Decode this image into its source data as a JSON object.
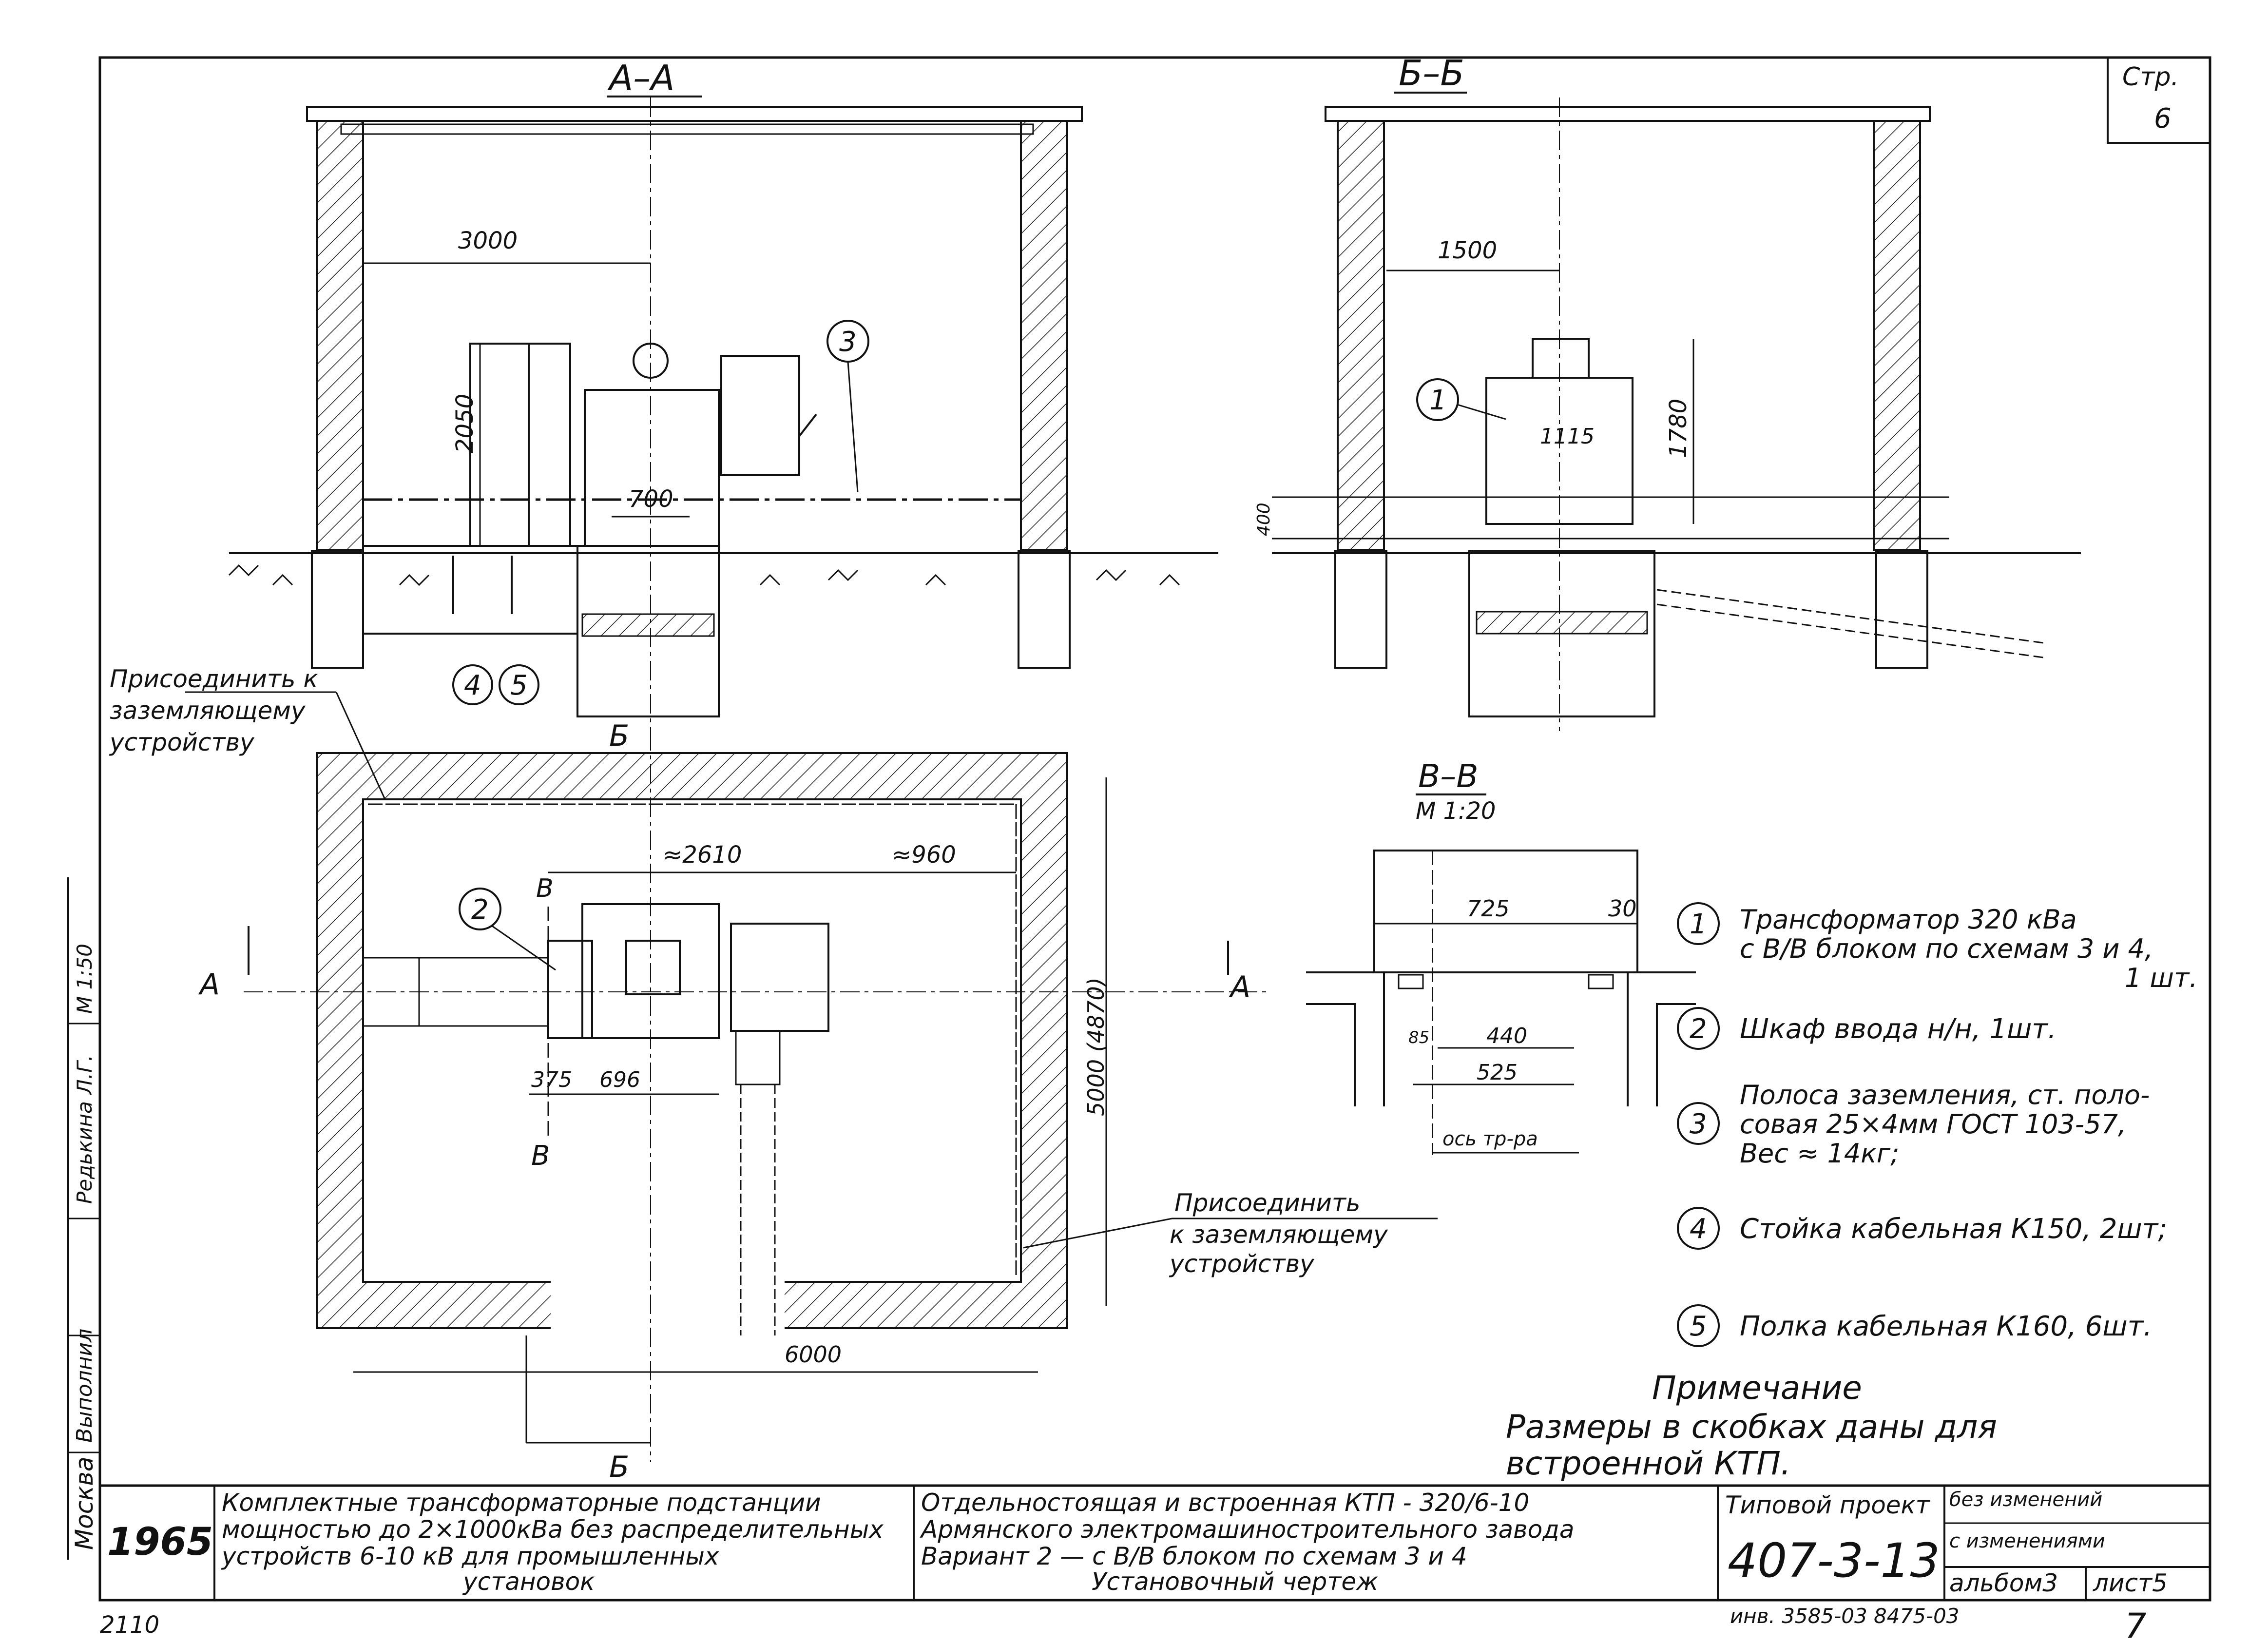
{
  "page": {
    "number_label": "Стр.",
    "number": "6",
    "sheet_number": "7"
  },
  "sections": {
    "aa": "А–А",
    "bb": "Б–Б",
    "vv": "В–В",
    "vv_scale": "М 1:20"
  },
  "dims_aa": {
    "d3000": "3000",
    "d2050": "2050",
    "d700": "700"
  },
  "dims_bb": {
    "d1500": "1500",
    "d1780": "1780",
    "d1115": "1115",
    "d400": "400"
  },
  "dims_plan": {
    "d2610": "≈2610",
    "d960": "≈960",
    "d375": "375",
    "d696": "696",
    "d5000": "5000 (4870)",
    "d6000": "6000"
  },
  "dims_vv": {
    "d725": "725",
    "d30": "30",
    "d85": "85",
    "d440": "440",
    "d525": "525",
    "axis": "ось тр-ра"
  },
  "cut_marks": {
    "a": "А",
    "b": "Б",
    "v": "В"
  },
  "callouts": {
    "c1": "1",
    "c2": "2",
    "c3": "3",
    "c4": "4",
    "c5": "5"
  },
  "ground_notes": {
    "top_l1": "Присоединить к",
    "top_l2": "заземляющему",
    "top_l3": "устройству",
    "right_l1": "Присоединить",
    "right_l2": "к заземляющему",
    "right_l3": "устройству"
  },
  "legend": [
    {
      "num": "1",
      "l1": "Трансформатор 320 кВа",
      "l2": "с В/В блоком по схемам 3 и 4,",
      "l3": "1 шт."
    },
    {
      "num": "2",
      "l1": "Шкаф ввода н/н, 1шт.",
      "l2": "",
      "l3": ""
    },
    {
      "num": "3",
      "l1": "Полоса заземления, ст. поло-",
      "l2": "совая 25×4мм ГОСТ 103-57,",
      "l3": "Вес ≈ 14кг;"
    },
    {
      "num": "4",
      "l1": "Стойка кабельная К150, 2шт;",
      "l2": "",
      "l3": ""
    },
    {
      "num": "5",
      "l1": "Полка кабельная К160, 6шт.",
      "l2": "",
      "l3": ""
    }
  ],
  "remark": {
    "title": "Примечание",
    "l1": "Размеры в скобках даны для",
    "l2": "встроенной КТП."
  },
  "side_stamp": {
    "city": "Москва",
    "done": "Выполнил",
    "name": "Редькина Л.Г.",
    "scale": "М 1:50"
  },
  "title_block": {
    "year": "1965",
    "col1_l1": "Комплектные трансформаторные подстанции",
    "col1_l2": "мощностью до 2×1000кВа без распределительных",
    "col1_l3": "устройств 6-10 кВ для промышленных",
    "col1_l4": "установок",
    "col2_l1": "Отдельностоящая и встроенная КТП - 320/6-10",
    "col2_l2": "Армянского электромашиностроительного завода",
    "col2_l3": "Вариант 2 — с В/В блоком по схемам 3 и 4",
    "col2_l4": "Установочный чертеж",
    "type_label": "Типовой проект",
    "project": "407-3-13",
    "without": "без изменений",
    "with": "с изменениями",
    "album": "альбом3",
    "sheet": "лист5"
  },
  "footer": {
    "left": "2110",
    "inv": "инв. 3585-03 8475-03"
  }
}
